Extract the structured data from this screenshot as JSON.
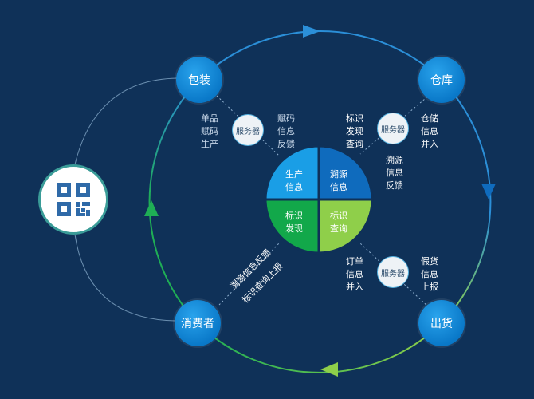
{
  "nodes": {
    "packaging": "包装",
    "warehouse": "仓库",
    "shipping": "出货",
    "consumer": "消费者"
  },
  "server_label": "服务器",
  "center": {
    "q1": "生产\n信息",
    "q2": "溯源\n信息",
    "q3": "标识\n发现",
    "q4": "标识\n查询"
  },
  "labels": {
    "pack_left": "单品\n赋码\n生产",
    "pack_right": "赋码\n信息\n反馈",
    "ware_left": "标识\n发现\n查询",
    "ware_right": "仓储\n信息\n并入",
    "trace_feedback": "溯源\n信息\n反馈",
    "ship_left": "订单\n信息\n并入",
    "ship_right": "假货\n信息\n上报",
    "consumer_line1": "溯源信息反馈",
    "consumer_line2": "标识查询上报"
  },
  "colors": {
    "background": "#0f3158",
    "node_blue": "#0a79c9",
    "q1": "#1a9ee6",
    "q2": "#0f6bbd",
    "q3": "#12a84a",
    "q4": "#8fcf4a",
    "arc_blue": "#2b8fd8",
    "arc_green": "#1fae55",
    "arc_lightgreen": "#8fcf4a"
  },
  "icons": [
    "qr-code-icon"
  ]
}
